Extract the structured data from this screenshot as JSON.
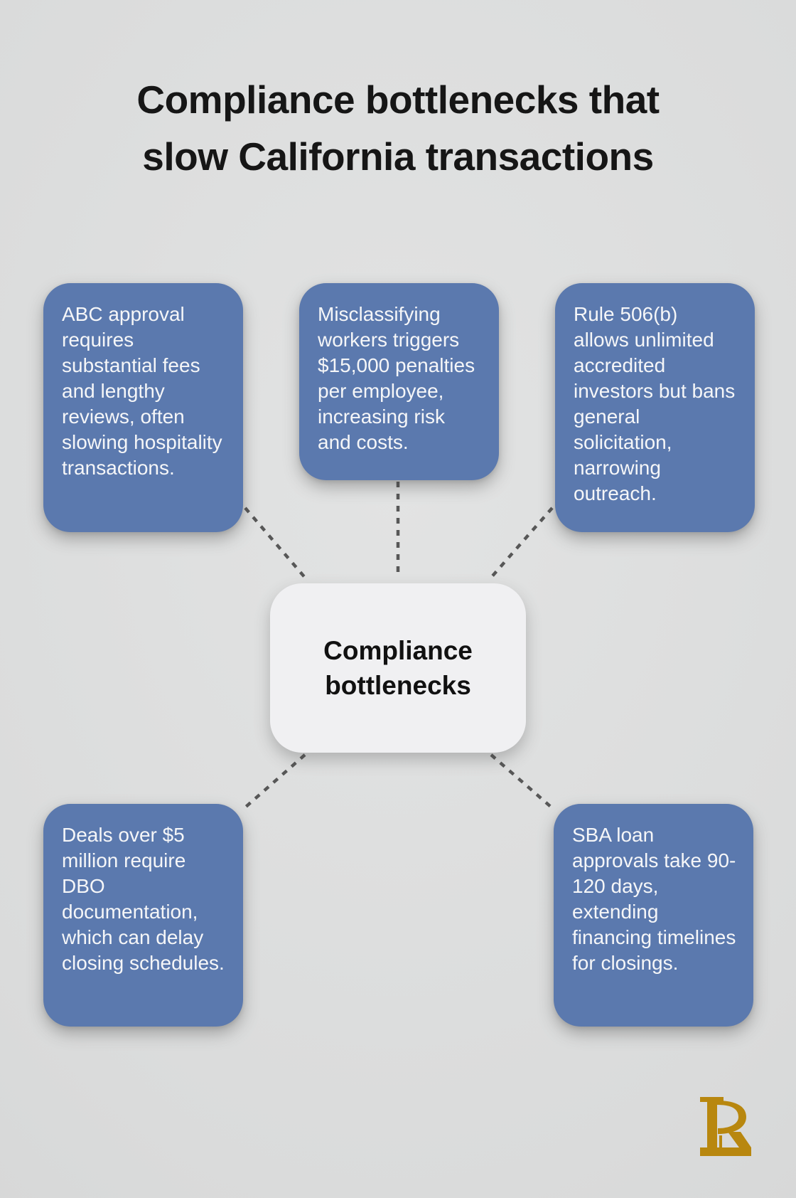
{
  "title": {
    "line1": "Compliance bottlenecks that",
    "line2": "slow California transactions"
  },
  "center": {
    "label": "Compliance bottlenecks"
  },
  "nodes": [
    {
      "id": "abc-approval",
      "text": "ABC approval requires substantial fees and lengthy reviews, often slowing hospitality transactions."
    },
    {
      "id": "worker-misclassification",
      "text": "Misclassifying workers triggers $15,000 penalties per employee, increasing risk and costs."
    },
    {
      "id": "rule-506b",
      "text": "Rule 506(b) allows unlimited accredited investors but bans general solicitation, narrowing outreach."
    },
    {
      "id": "dbo-documentation",
      "text": "Deals over $5 million require DBO documentation, which can delay closing schedules."
    },
    {
      "id": "sba-loan-approvals",
      "text": "SBA loan approvals take 90-120 days, extending financing timelines for closings."
    }
  ],
  "logo": {
    "name": "LP monogram"
  },
  "colors": {
    "node_blue": "#5b79ae",
    "node_text": "#f5f6f8",
    "center_bg": "#f0f0f2",
    "center_text": "#111111",
    "title_text": "#161616",
    "connector_gray": "#575757",
    "logo_gold": "#b8870f",
    "bg_center": "#e2e3e3",
    "bg_mid": "#dadbdb",
    "bg_edge": "#d1d2d2"
  }
}
